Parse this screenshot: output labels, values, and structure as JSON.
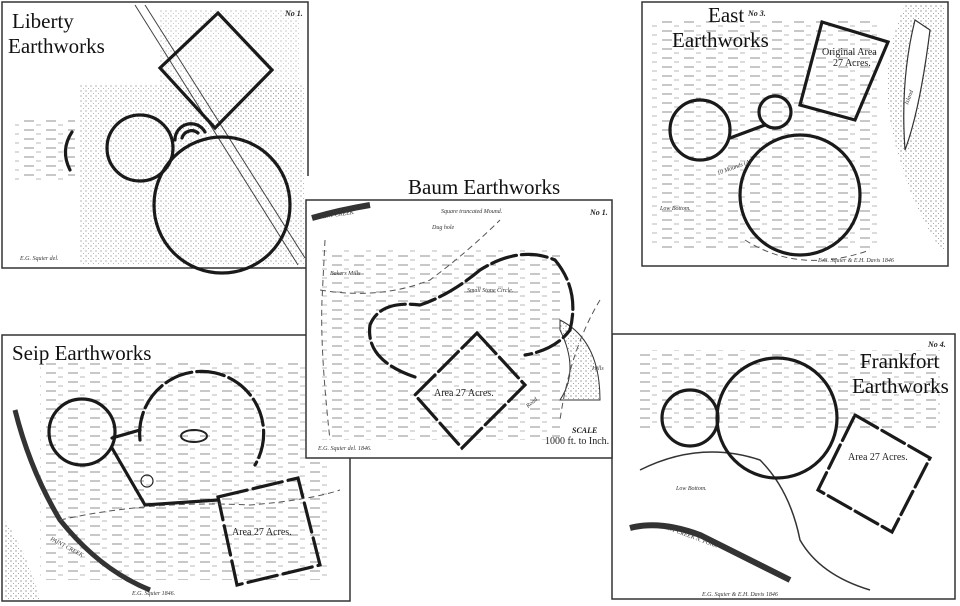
{
  "maps": {
    "liberty": {
      "title_line1": "Liberty",
      "title_line2": "Earthworks",
      "number": "No 1.",
      "credit": "E.G. Squier del."
    },
    "east": {
      "title_line1": "East",
      "title_line2": "Earthworks",
      "number": "No 3.",
      "area_line1": "Original Area",
      "area_line2": "27 Acres.",
      "mounds": "10 Mounds (A)",
      "low_bottom": "Low Bottom.",
      "island": "Island",
      "credit": "E.G. Squier & E.H. Davis 1846"
    },
    "baum": {
      "title": "Baum Earthworks",
      "number": "No 1.",
      "mound": "Square truncated Mound.",
      "dug_hole": "Dug hole",
      "creek": "PAINT CREEK",
      "mills": "Bakers Mills",
      "stone_circle": "Small Stone Circle.",
      "area": "Area 27 Acres.",
      "hills": "Hills",
      "road": "Road",
      "scale_label": "SCALE",
      "scale_value": "1000 ft. to Inch.",
      "credit": "E.G. Squier del. 1846."
    },
    "seip": {
      "title": "Seip Earthworks",
      "area": "Area 27 Acres.",
      "creek": "PAINT CREEK",
      "credit": "E.G. Squier 1846."
    },
    "frankfort": {
      "title_line1": "Frankfort",
      "title_line2": "Earthworks",
      "number": "No 4.",
      "area": "Area 27 Acres.",
      "low_bottom": "Low Bottom.",
      "creek": "PAINT CREEK N. FORK",
      "credit": "E.G. Squier & E.H. Davis 1846"
    }
  },
  "colors": {
    "ink": "#1a1a1a",
    "paper": "#ffffff"
  }
}
